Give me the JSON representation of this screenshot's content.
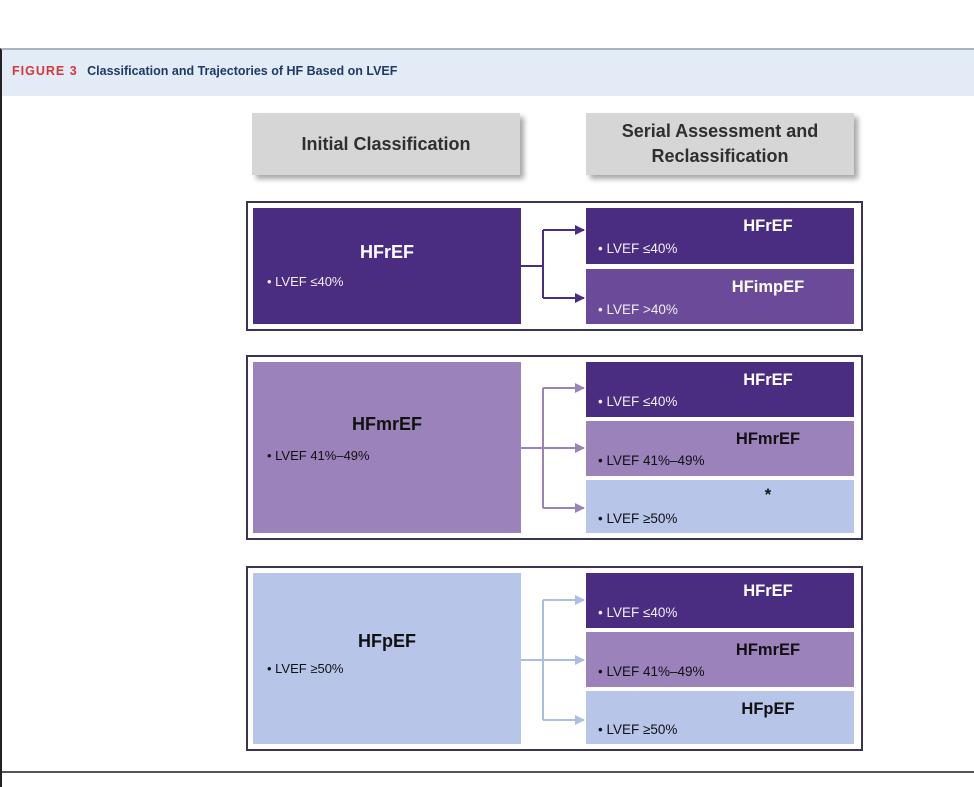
{
  "caption": {
    "figure_label": "FIGURE 3",
    "title": "Classification and Trajectories of HF Based on LVEF"
  },
  "headers": {
    "initial": "Initial Classification",
    "serial": "Serial Assessment and Reclassification"
  },
  "colors": {
    "hfref": "#4a2c80",
    "hfmref": "#9b82ba",
    "hfpef": "#b7c5e8",
    "group_border": "#3a3358",
    "figure_label": "#d23a3a"
  },
  "groups": [
    {
      "initial": {
        "name": "HFrEF",
        "criteria": "• LVEF ≤40%"
      },
      "outcomes": [
        {
          "name": "HFrEF",
          "criteria": "• LVEF ≤40%"
        },
        {
          "name": "HFimpEF",
          "criteria": "• LVEF >40%"
        }
      ]
    },
    {
      "initial": {
        "name": "HFmrEF",
        "criteria": "• LVEF 41%–49%"
      },
      "outcomes": [
        {
          "name": "HFrEF",
          "criteria": "• LVEF ≤40%"
        },
        {
          "name": "HFmrEF",
          "criteria": "• LVEF 41%–49%"
        },
        {
          "name": "*",
          "criteria": "• LVEF ≥50%"
        }
      ]
    },
    {
      "initial": {
        "name": "HFpEF",
        "criteria": "• LVEF ≥50%"
      },
      "outcomes": [
        {
          "name": "HFrEF",
          "criteria": "• LVEF ≤40%"
        },
        {
          "name": "HFmrEF",
          "criteria": "• LVEF 41%–49%"
        },
        {
          "name": "HFpEF",
          "criteria": "• LVEF ≥50%"
        }
      ]
    }
  ]
}
